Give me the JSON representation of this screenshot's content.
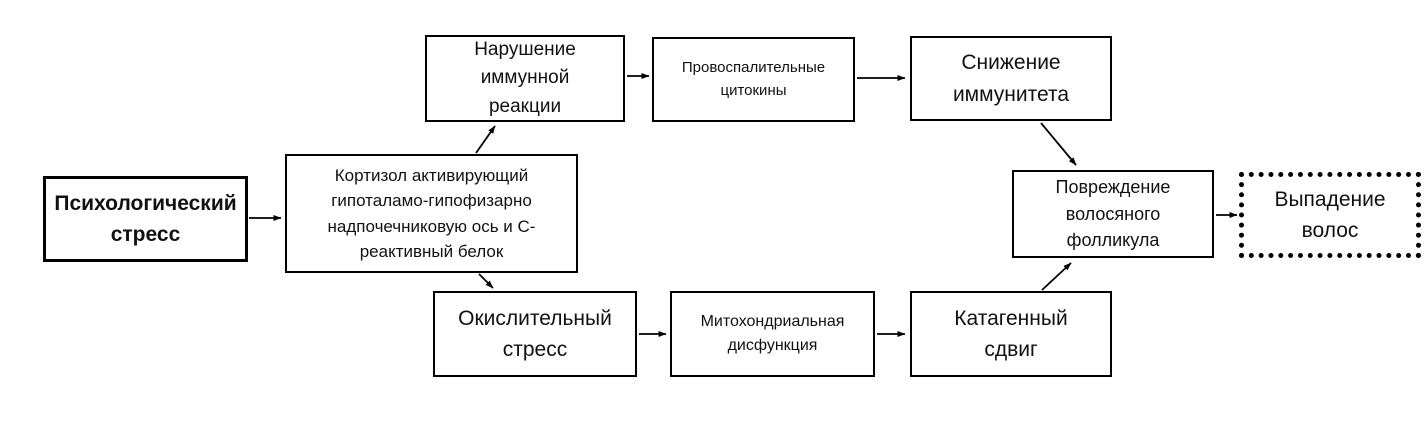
{
  "diagram": {
    "background_color": "#ffffff",
    "line_color": "#000000",
    "text_color": "#111111",
    "nodes": {
      "psychological_stress": {
        "lines": [
          "Психологический",
          "стресс"
        ]
      },
      "cortisol_axis": {
        "lines": [
          "Кортизол активирующий",
          "гипоталамо-гипофизарно",
          "надпочечниковую ось и С-",
          "реактивный белок"
        ]
      },
      "immune_reaction_disruption": {
        "lines": [
          "Нарушение",
          "иммунной",
          "реакции"
        ]
      },
      "proinflammatory_cytokines": {
        "lines": [
          "Провоспалительные",
          "цитокины"
        ]
      },
      "immunity_decrease": {
        "lines": [
          "Снижение",
          "иммунитета"
        ]
      },
      "oxidative_stress": {
        "lines": [
          "Окислительный",
          "стресс"
        ]
      },
      "mitochondrial_dysfunction": {
        "lines": [
          "Митохондриальная",
          "дисфункция"
        ]
      },
      "catagen_shift": {
        "lines": [
          "Катагенный",
          "сдвиг"
        ]
      },
      "hair_follicle_damage": {
        "lines": [
          "Повреждение",
          "волосяного",
          "фолликула"
        ]
      },
      "hair_loss": {
        "lines": [
          "Выпадение",
          "волос"
        ]
      }
    },
    "edges": [
      {
        "from": "psychological_stress",
        "to": "cortisol_axis"
      },
      {
        "from": "cortisol_axis",
        "to": "immune_reaction_disruption"
      },
      {
        "from": "immune_reaction_disruption",
        "to": "proinflammatory_cytokines"
      },
      {
        "from": "proinflammatory_cytokines",
        "to": "immunity_decrease"
      },
      {
        "from": "immunity_decrease",
        "to": "hair_follicle_damage"
      },
      {
        "from": "cortisol_axis",
        "to": "oxidative_stress"
      },
      {
        "from": "oxidative_stress",
        "to": "mitochondrial_dysfunction"
      },
      {
        "from": "mitochondrial_dysfunction",
        "to": "catagen_shift"
      },
      {
        "from": "catagen_shift",
        "to": "hair_follicle_damage"
      },
      {
        "from": "hair_follicle_damage",
        "to": "hair_loss"
      }
    ]
  }
}
